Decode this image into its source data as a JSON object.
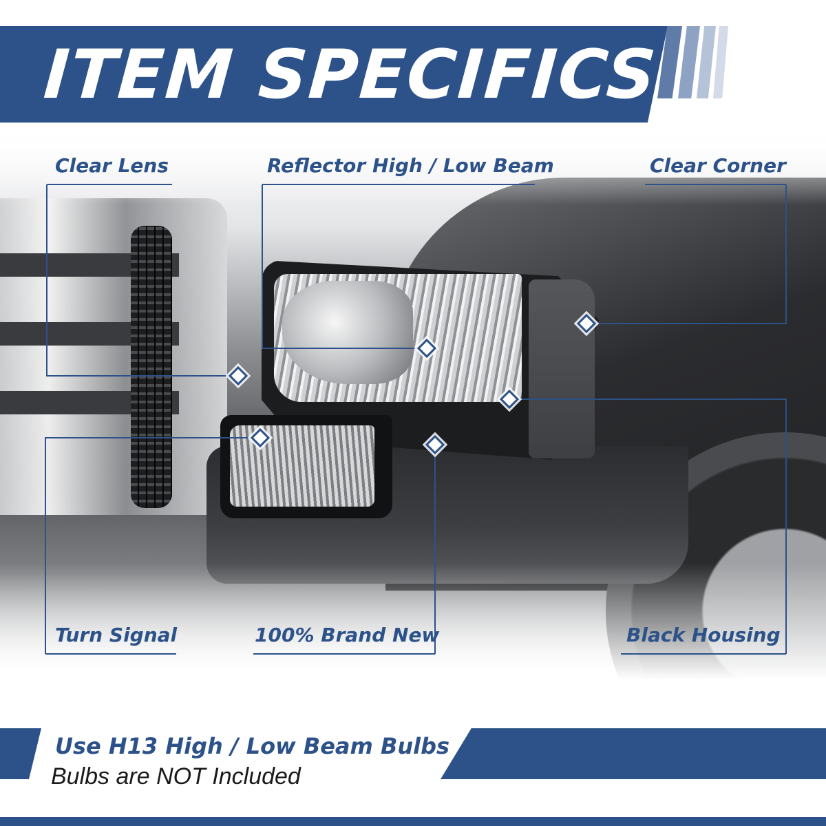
{
  "header": {
    "title": "ITEM SPECIFICS"
  },
  "callouts": {
    "clear_lens": "Clear Lens",
    "reflector": "Reflector High / Low Beam",
    "clear_corner": "Clear Corner",
    "turn_signal": "Turn Signal",
    "brand_new": "100% Brand New",
    "black_housing": "Black Housing"
  },
  "footer": {
    "bulbs_line": "Use H13 High / Low Beam Bulbs",
    "note_line": "Bulbs are NOT Included"
  },
  "colors": {
    "brand_blue": "#2c5289",
    "light_stripe": "#9fb1cc",
    "pale_stripe": "#c9d3e3"
  }
}
